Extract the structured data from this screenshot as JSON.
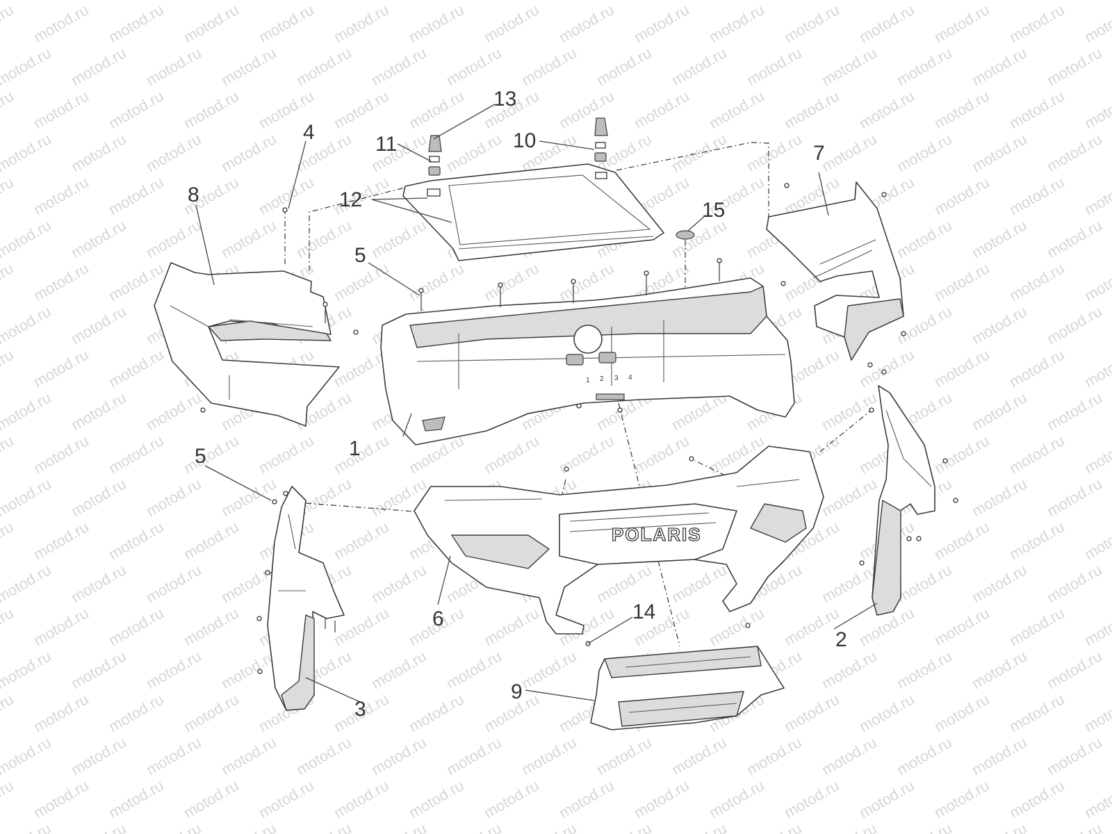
{
  "watermark": {
    "text": "motod.ru"
  },
  "grille_logo": "POLARIS",
  "connector_numbers": [
    "1",
    "2",
    "3",
    "4"
  ],
  "callouts": [
    {
      "label": "1"
    },
    {
      "label": "2"
    },
    {
      "label": "3"
    },
    {
      "label": "4"
    },
    {
      "label": "5"
    },
    {
      "label": "5"
    },
    {
      "label": "6"
    },
    {
      "label": "7"
    },
    {
      "label": "8"
    },
    {
      "label": "9"
    },
    {
      "label": "10"
    },
    {
      "label": "11"
    },
    {
      "label": "12"
    },
    {
      "label": "13"
    },
    {
      "label": "14"
    },
    {
      "label": "15"
    }
  ]
}
